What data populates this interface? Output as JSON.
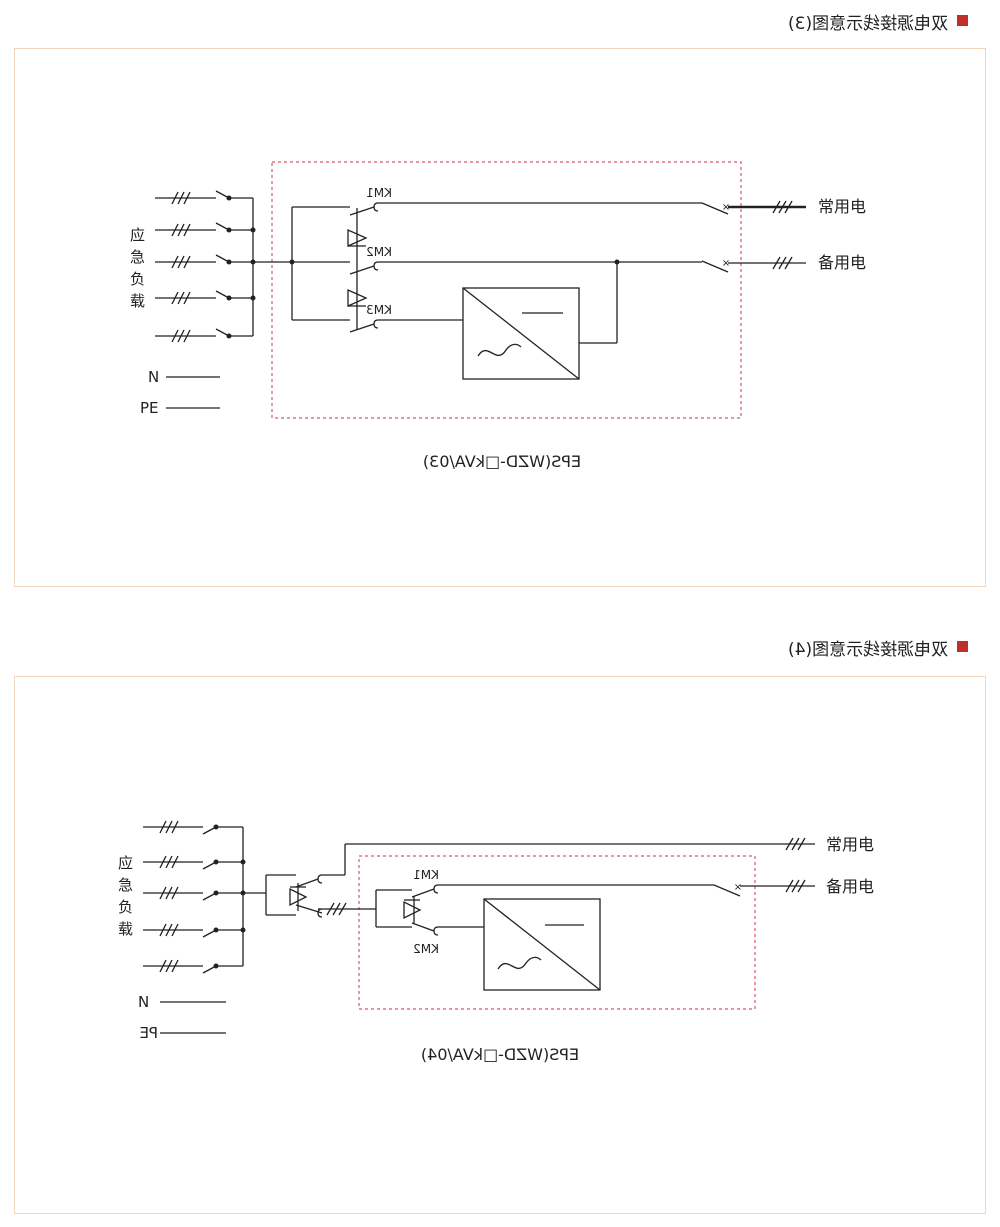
{
  "sections": [
    {
      "title": "双电源接线示意图(3)",
      "labels": {
        "main_power": "常用电",
        "backup_power": "备用电",
        "load_chars": [
          "应",
          "急",
          "负",
          "载"
        ],
        "neutral": "N",
        "earth": "PE",
        "km1": "KM1",
        "km2": "KM2",
        "km3": "KM3",
        "model": "EPS(WZD-□kVA/03)"
      }
    },
    {
      "title": "双电源接线示意图(4)",
      "labels": {
        "main_power": "常用电",
        "backup_power": "备用电",
        "load_chars": [
          "应",
          "急",
          "负",
          "载"
        ],
        "neutral": "N",
        "earth": "PE",
        "km1": "KM1",
        "km2": "KM2",
        "model": "EPS(WZD-□kVA/04)"
      }
    }
  ],
  "colors": {
    "marker": "#c0302a",
    "frame_border": "#f2d7bd",
    "dashed_box": "#d9576a",
    "line": "#222222"
  }
}
